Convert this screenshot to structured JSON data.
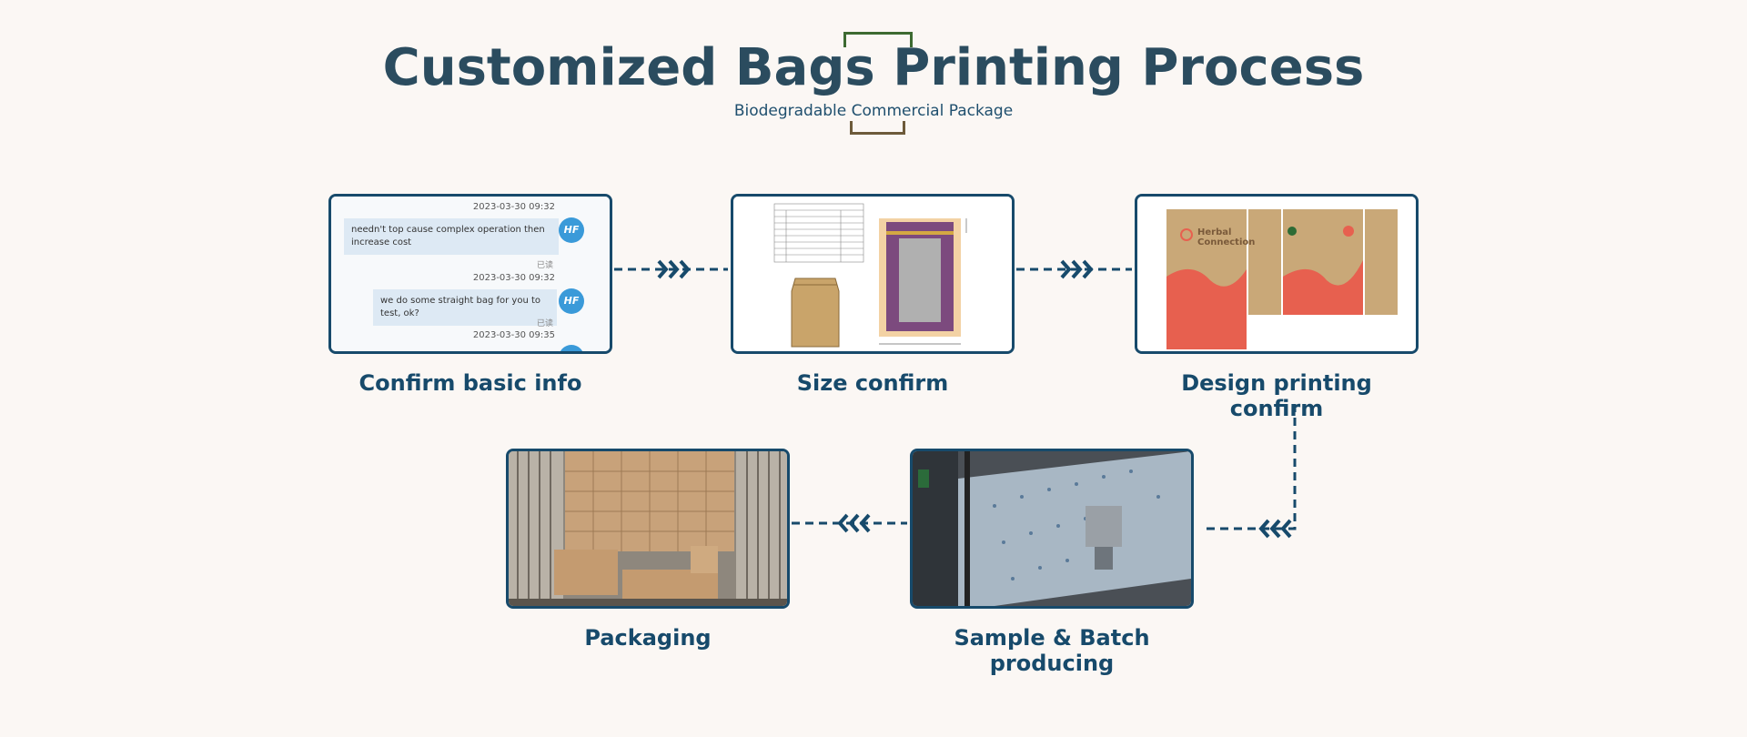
{
  "header": {
    "title": "Customized Bags Printing Process",
    "subtitle": "Biodegradable Commercial Package"
  },
  "steps": [
    {
      "label": "Confirm basic info"
    },
    {
      "label": "Size confirm"
    },
    {
      "label": "Design printing confirm"
    },
    {
      "label": "Sample & Batch producing"
    },
    {
      "label": "Packaging"
    }
  ],
  "chat": {
    "timestamps": [
      "2023-03-30 09:32",
      "2023-03-30 09:32",
      "2023-03-30 09:35"
    ],
    "messages": [
      "needn't top cause complex operation then increase cost",
      "we do some straight bag for you to test, ok?"
    ],
    "read_marks": [
      "已读",
      "已读"
    ],
    "avatar_text": "HF"
  },
  "design": {
    "brand_text": "Herbal Connection"
  },
  "colors": {
    "background": "#fbf7f4",
    "title": "#2b4c5f",
    "accent": "#174a6b",
    "bracket_green": "#3d6a31"
  },
  "icons": [
    "arrow-chevrons-right-icon",
    "arrow-chevrons-left-icon"
  ]
}
